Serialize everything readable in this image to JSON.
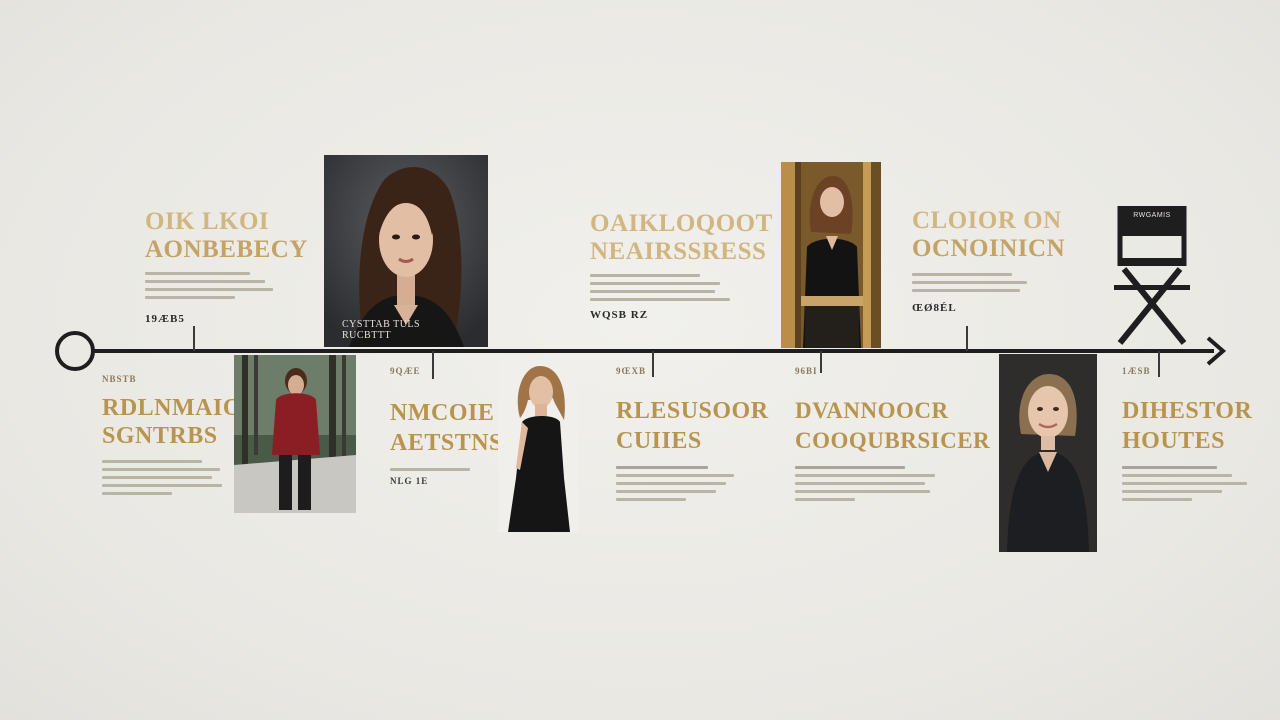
{
  "milestones": [
    {
      "id": "m1",
      "year": "19ÆB5",
      "heading_1": "OIK LKOI",
      "heading_2": "AONBEBECY"
    },
    {
      "id": "m2",
      "year": "NBSTB",
      "heading_1": "RDLNMAIONS",
      "heading_2": "SGNTRBS"
    },
    {
      "id": "m3",
      "caption": "CYSTTAB TULS RUCBTTT",
      "year": ""
    },
    {
      "id": "m4",
      "year": "9QÆE",
      "sub_year": "NLG 1E",
      "heading_1": "NMCOIE",
      "heading_2": "AETSTNS"
    },
    {
      "id": "m5",
      "year": "WQSB RZ",
      "heading_1": "OAIKLOQOOT",
      "heading_2": "NEAIRSSRESS"
    },
    {
      "id": "m6",
      "year": "9ŒXB",
      "heading_1": "RLESUSOOR",
      "heading_2": "CUIIES"
    },
    {
      "id": "m7",
      "year": "96BI",
      "heading_1": "DVANNOOCR",
      "heading_2": "COOQUBRSICER"
    },
    {
      "id": "m8",
      "year": "ŒØ8ÉL",
      "heading_1": "CLOIOR ON",
      "heading_2": "OCNOINICN"
    },
    {
      "id": "m9",
      "year": "1ÆSB",
      "heading_1": "DIHESTOR",
      "heading_2": "HOUTES"
    }
  ],
  "chair_label": "RWGAMIS",
  "icons": [
    "timeline-start-circle-icon",
    "timeline-arrow-icon",
    "director-chair-icon"
  ],
  "colors": {
    "accent": "#b8944f",
    "line": "#1e1e1e",
    "background": "#ecebe6"
  }
}
